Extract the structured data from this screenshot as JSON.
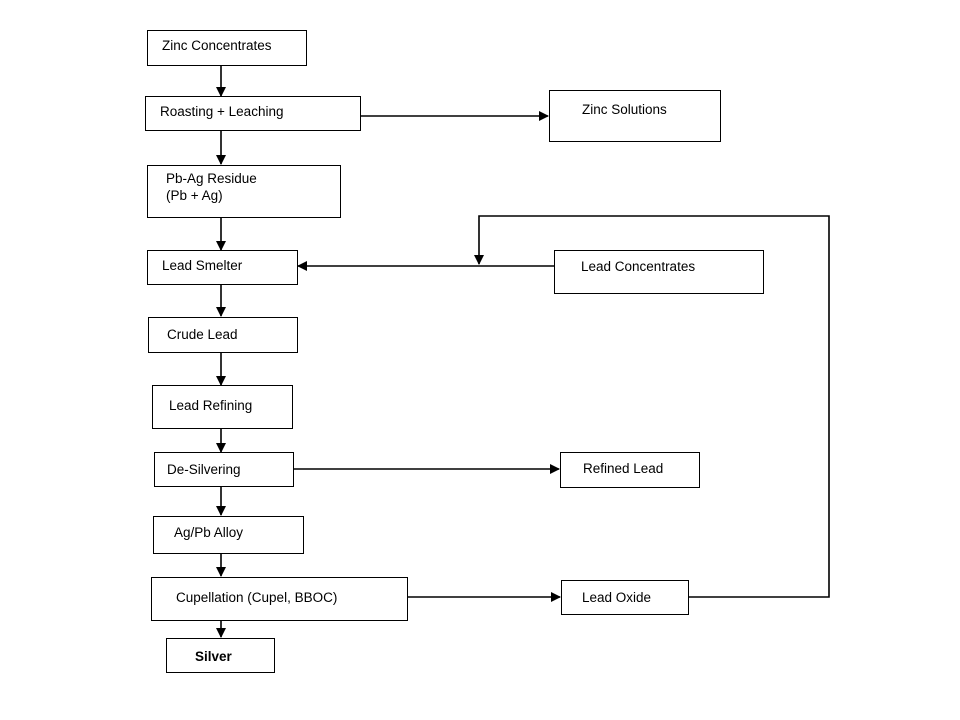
{
  "diagram": {
    "nodes": {
      "zinc_concentrates": {
        "label": "Zinc Concentrates"
      },
      "roasting_leaching": {
        "label": "Roasting + Leaching"
      },
      "zinc_solutions": {
        "label": "Zinc Solutions"
      },
      "pb_ag_residue": {
        "line1": "Pb-Ag Residue",
        "line2": "(Pb + Ag)"
      },
      "lead_smelter": {
        "label": "Lead Smelter"
      },
      "lead_concentrates": {
        "label": "Lead Concentrates"
      },
      "crude_lead": {
        "label": "Crude Lead"
      },
      "lead_refining": {
        "label": "Lead Refining"
      },
      "de_silvering": {
        "label": "De-Silvering"
      },
      "refined_lead": {
        "label": "Refined Lead"
      },
      "ag_pb_alloy": {
        "label": "Ag/Pb Alloy"
      },
      "cupellation": {
        "label": "Cupellation (Cupel, BBOC)"
      },
      "lead_oxide": {
        "label": "Lead Oxide"
      },
      "silver": {
        "label": "Silver"
      }
    },
    "edges": [
      {
        "from": "Zinc Concentrates",
        "to": "Roasting + Leaching"
      },
      {
        "from": "Roasting + Leaching",
        "to": "Zinc Solutions"
      },
      {
        "from": "Roasting + Leaching",
        "to": "Pb-Ag Residue"
      },
      {
        "from": "Pb-Ag Residue",
        "to": "Lead Smelter"
      },
      {
        "from": "Lead Concentrates",
        "to": "Lead Smelter"
      },
      {
        "from": "Lead Oxide",
        "to": "Lead Smelter"
      },
      {
        "from": "Lead Smelter",
        "to": "Crude Lead"
      },
      {
        "from": "Crude Lead",
        "to": "Lead Refining"
      },
      {
        "from": "Lead Refining",
        "to": "De-Silvering"
      },
      {
        "from": "De-Silvering",
        "to": "Refined Lead"
      },
      {
        "from": "De-Silvering",
        "to": "Ag/Pb Alloy"
      },
      {
        "from": "Ag/Pb Alloy",
        "to": "Cupellation (Cupel, BBOC)"
      },
      {
        "from": "Cupellation (Cupel, BBOC)",
        "to": "Lead Oxide"
      },
      {
        "from": "Cupellation (Cupel, BBOC)",
        "to": "Silver"
      }
    ]
  }
}
